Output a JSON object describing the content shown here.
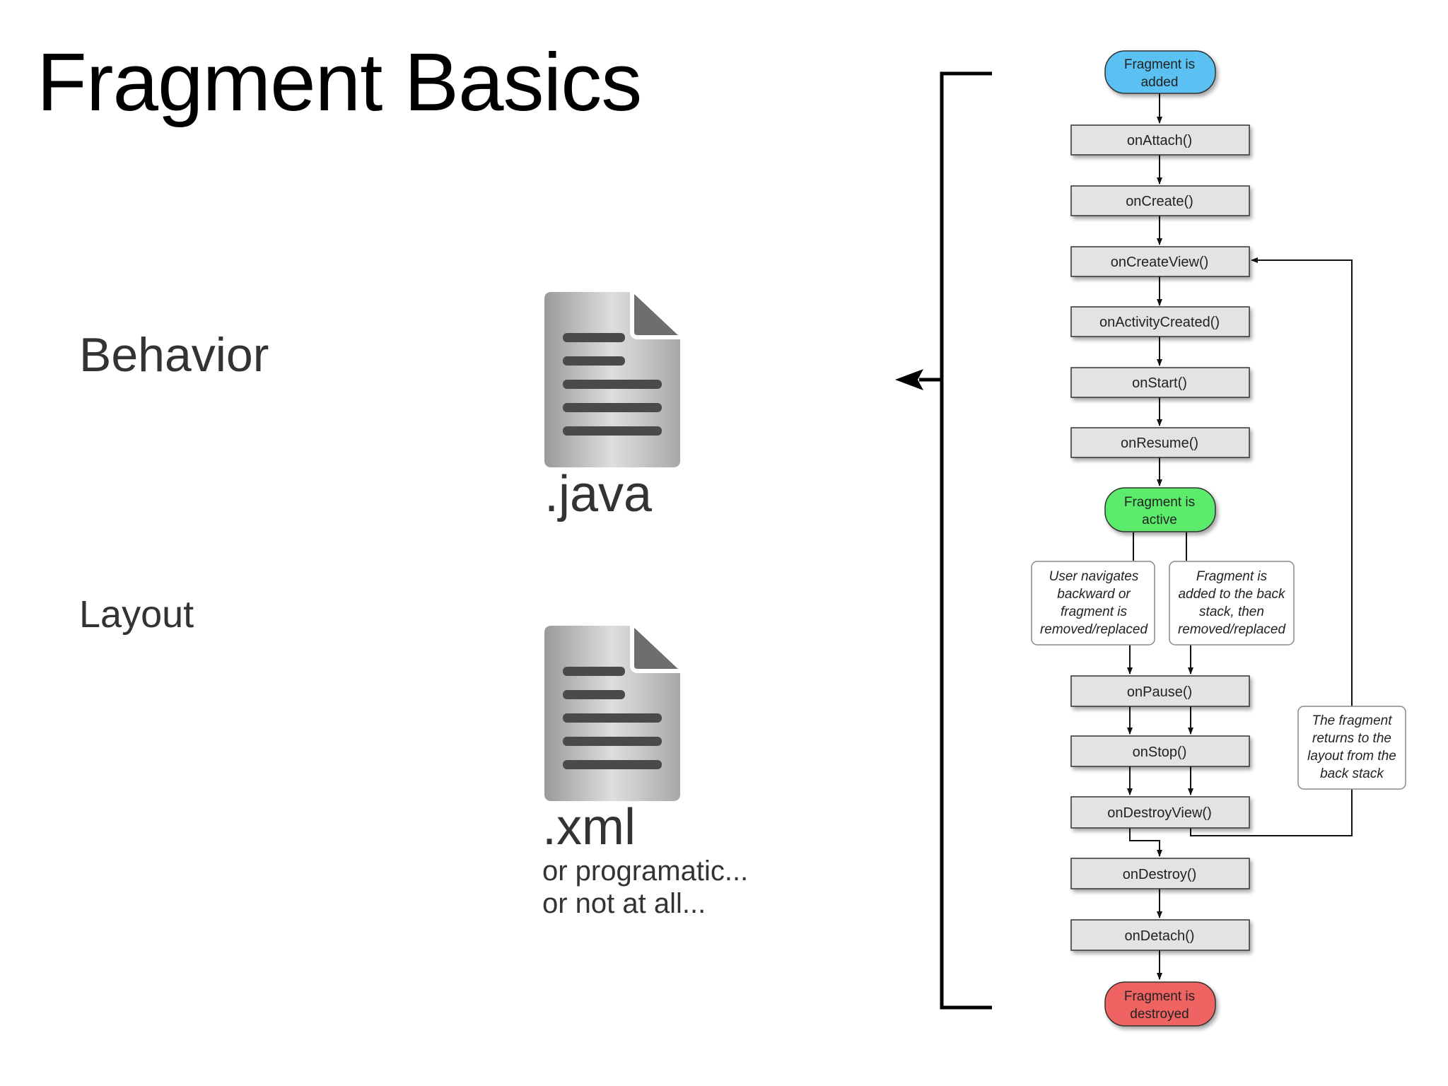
{
  "title": "Fragment Basics",
  "labels": {
    "behavior": "Behavior",
    "layout": "Layout"
  },
  "files": {
    "java": {
      "ext": ".java",
      "icon": "document-icon"
    },
    "xml": {
      "ext": ".xml",
      "icon": "document-icon",
      "notes": [
        "or programatic...",
        "or not at all..."
      ]
    }
  },
  "lifecycle": {
    "start": [
      "Fragment is",
      "added"
    ],
    "callbacks_top": [
      "onAttach()",
      "onCreate()",
      "onCreateView()",
      "onActivityCreated()",
      "onStart()",
      "onResume()"
    ],
    "active": [
      "Fragment is",
      "active"
    ],
    "branch_left": [
      "User navigates",
      "backward or",
      "fragment is",
      "removed/replaced"
    ],
    "branch_right": [
      "Fragment is",
      "added to the back",
      "stack, then",
      "removed/replaced"
    ],
    "callbacks_bottom": [
      "onPause()",
      "onStop()",
      "onDestroyView()",
      "onDestroy()",
      "onDetach()"
    ],
    "return_note": [
      "The fragment",
      "returns to the",
      "layout from the",
      "back stack"
    ],
    "end": [
      "Fragment is",
      "destroyed"
    ]
  },
  "colors": {
    "added": "#5ac1f2",
    "active": "#5cec6c",
    "destroyed": "#f06464",
    "method_box": "#e3e3e3",
    "text": "#333333"
  }
}
